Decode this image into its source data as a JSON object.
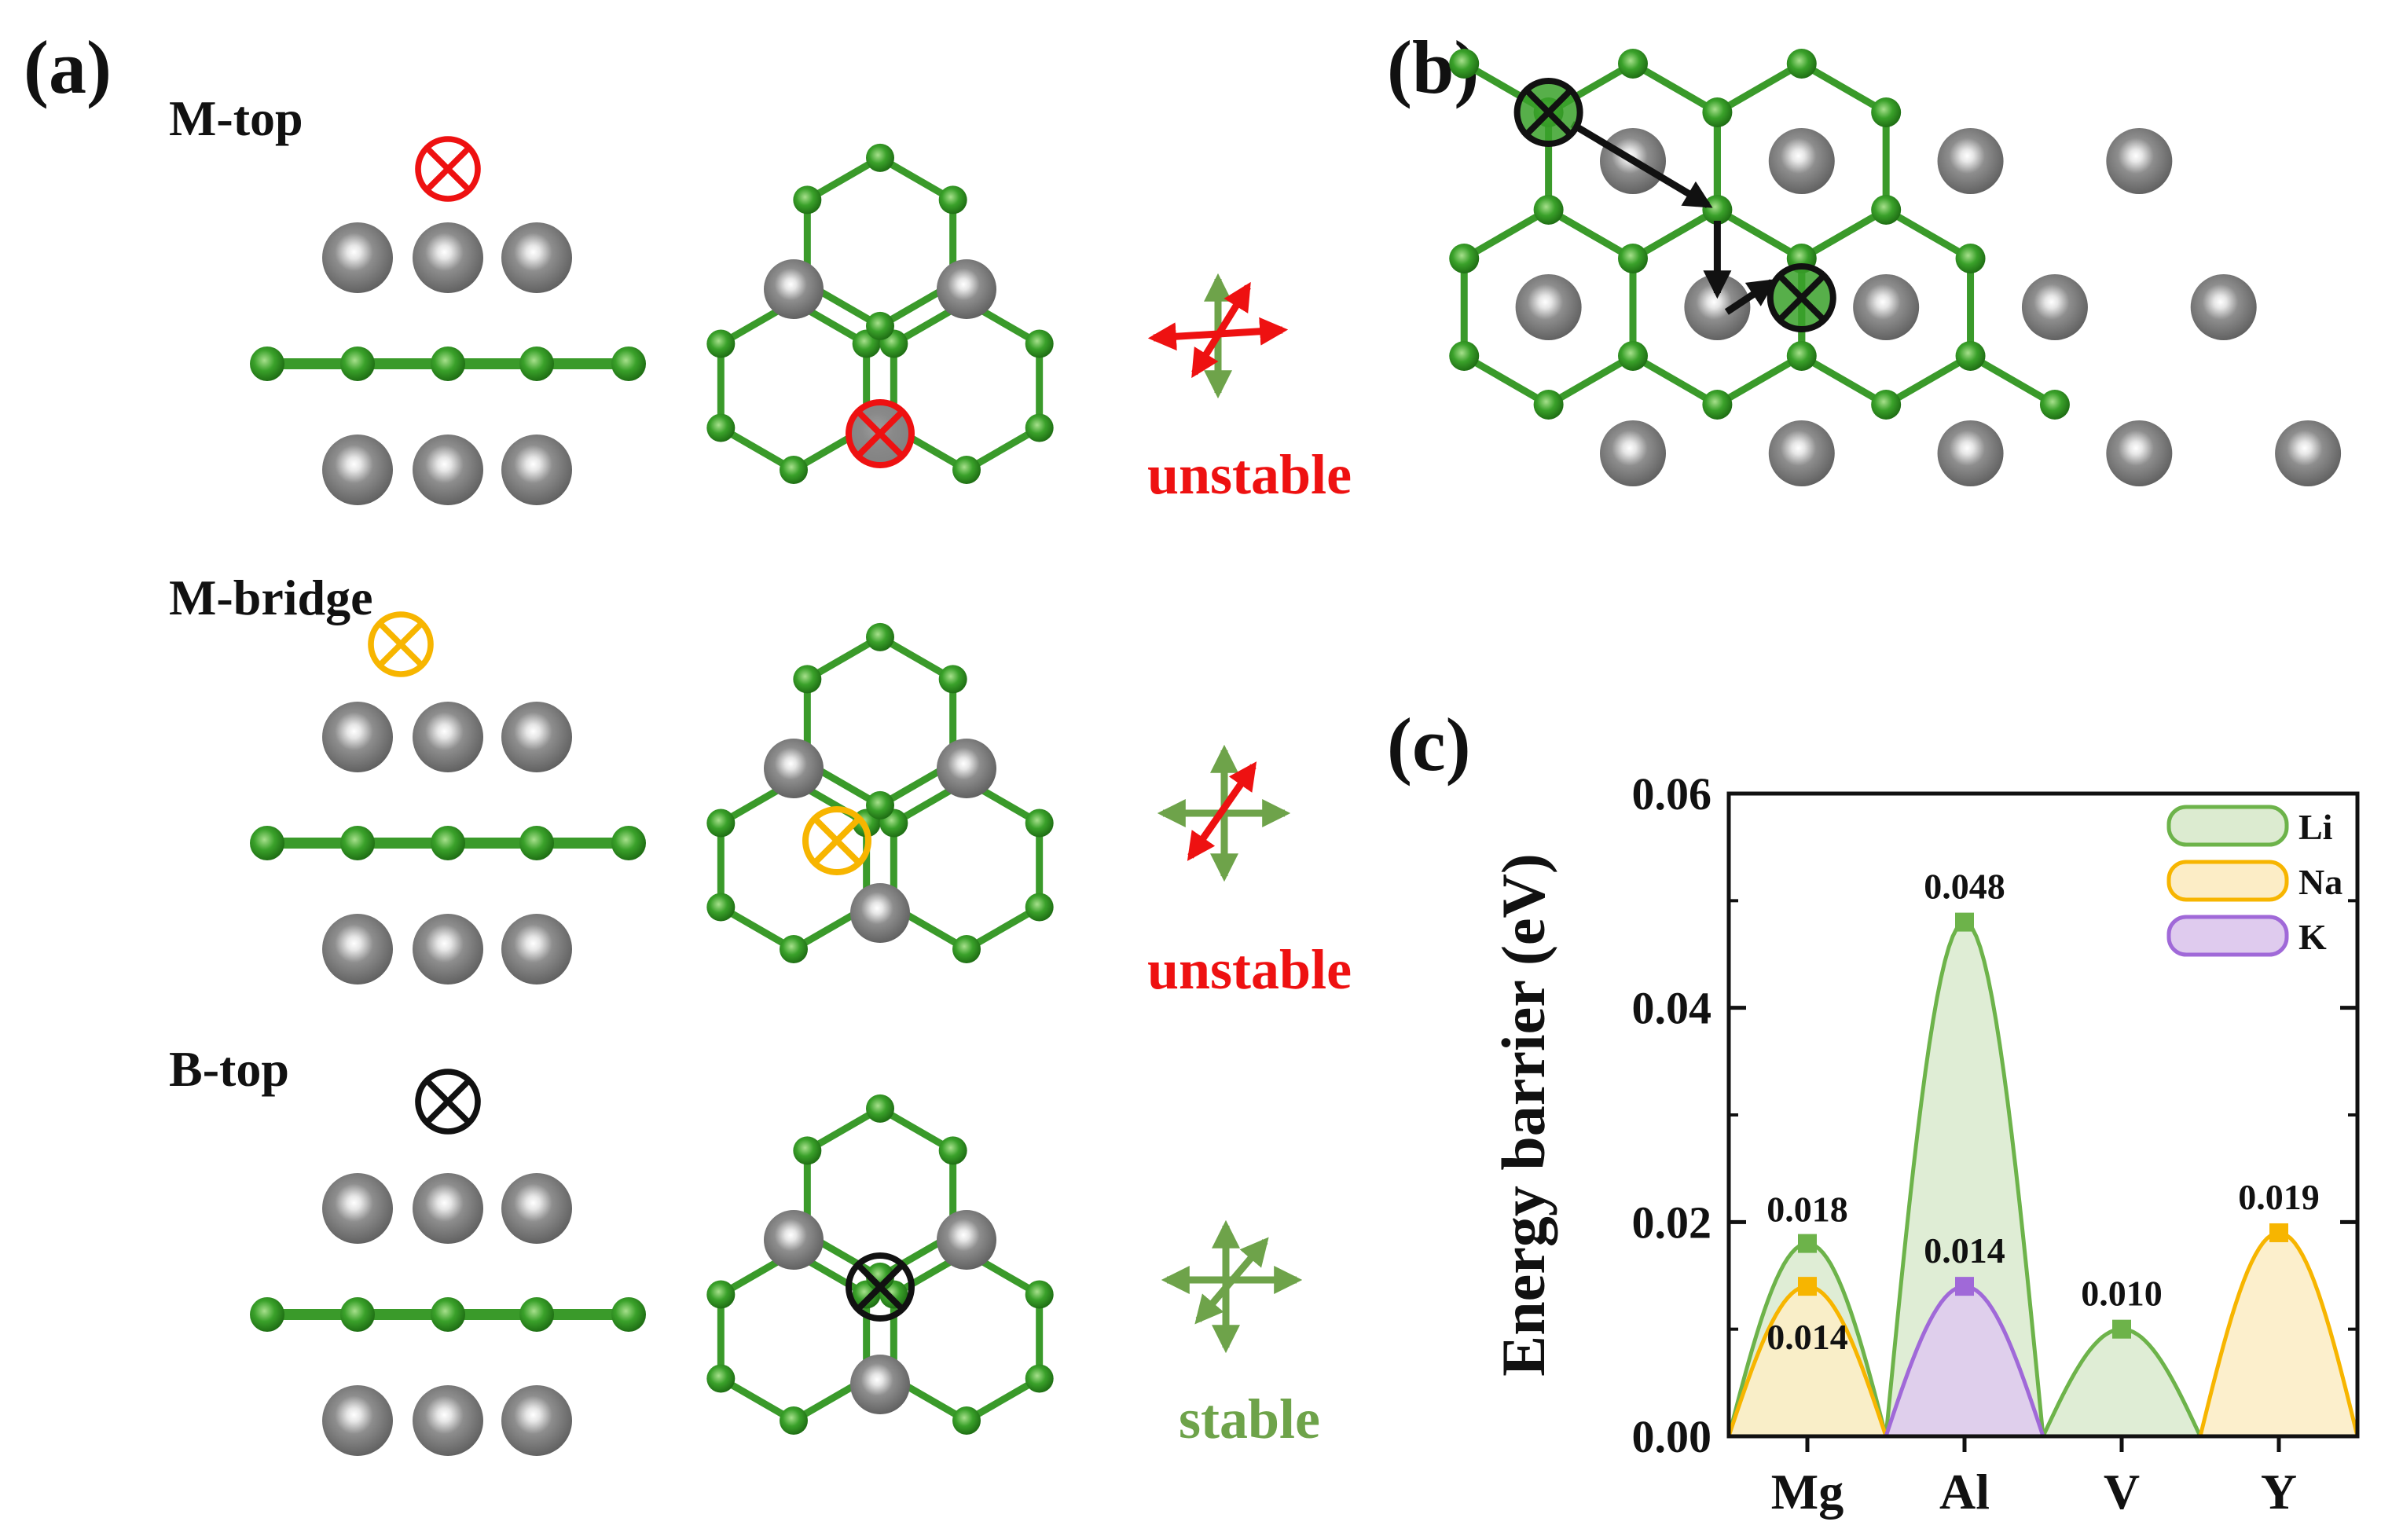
{
  "panel_labels": {
    "a": "(a)",
    "b": "(b)",
    "c": "(c)"
  },
  "panel_a": {
    "rows": [
      {
        "name": "M-top",
        "marker_color": "#ee1111",
        "status": "unstable",
        "status_color": "#ee1111",
        "arrows": [
          "red-cross",
          "green-vertical-red-diagonal"
        ]
      },
      {
        "name": "M-bridge",
        "marker_color": "#f7b500",
        "status": "unstable",
        "status_color": "#ee1111",
        "arrows": [
          "green-cross",
          "red-diagonal"
        ]
      },
      {
        "name": "B-top",
        "marker_color": "#111111",
        "status": "stable",
        "status_color": "#6ea34a",
        "arrows": [
          "green-cross",
          "green-diagonal"
        ]
      }
    ]
  },
  "colors": {
    "atom_grey": "#7a7a7a",
    "boron_green": "#3aa12a",
    "bond_green": "#3a9a2a",
    "arrow_green": "#6ea34a",
    "arrow_red": "#ee1111",
    "li_line": "#6db34a",
    "li_fill": "#dcebd0",
    "na_line": "#f7b500",
    "na_fill": "#fcedc6",
    "k_line": "#a069d8",
    "k_fill": "#dfcbee"
  },
  "chart_data": {
    "type": "area",
    "title": "",
    "xlabel": "",
    "ylabel": "Energy barrier (eV)",
    "categories": [
      "Mg",
      "Al",
      "V",
      "Y"
    ],
    "ylim": [
      0,
      0.06
    ],
    "yticks": [
      "0.00",
      "0.02",
      "0.04",
      "0.06"
    ],
    "legend_position": "top-right",
    "series": [
      {
        "name": "Li",
        "values": [
          0.018,
          0.048,
          0.01,
          null
        ],
        "labels": [
          "0.018",
          "0.048",
          "0.010",
          ""
        ]
      },
      {
        "name": "Na",
        "values": [
          0.014,
          null,
          null,
          0.019
        ],
        "labels": [
          "0.014",
          "",
          "",
          "0.019"
        ]
      },
      {
        "name": "K",
        "values": [
          null,
          0.014,
          null,
          null
        ],
        "labels": [
          "",
          "0.014",
          "",
          ""
        ]
      }
    ]
  }
}
